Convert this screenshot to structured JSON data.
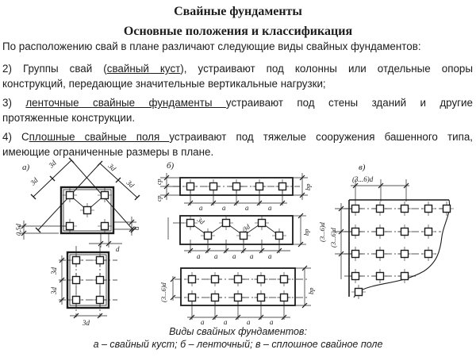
{
  "header": {
    "title": "Свайные фундаменты",
    "subtitle": "Основные положения и классификация"
  },
  "intro": "По расположению свай в плане различают следующие виды свайных фундаментов:",
  "items": [
    {
      "lines": [
        {
          "pre": "2) Группы свай (",
          "u": "свайный куст",
          "post": "), устраивают под колонны или отдельные опоры"
        },
        {
          "pre": "конструкций, передающие значительные вертикальные нагрузки;"
        }
      ]
    },
    {
      "lines": [
        {
          "pre": "3) ",
          "u": "ленточные свайные фундаменты ",
          "post": "устраивают под стены зданий и другие"
        },
        {
          "pre": "протяженные конструкции."
        }
      ]
    },
    {
      "lines": [
        {
          "pre": "4) С",
          "u": "плошные свайные поля ",
          "post": "устраивают под тяжелые сооружения башенного типа,"
        },
        {
          "pre": "имеющие ограниченные размеры в плане."
        }
      ]
    }
  ],
  "figures": {
    "a_label": "а)",
    "b_label": "б)",
    "v_label": "в)",
    "dim_3d": "3d",
    "dim_05d": "0,5d",
    "dim_d": "d",
    "dim_a": "a",
    "dim_bp": "bp",
    "dim_cp": "cp",
    "dim_36d": "(3...6)d",
    "caption_title": "Виды свайных фундаментов:",
    "caption_legend": "а – свайный куст; б – ленточный; в – сплошное свайное поле"
  },
  "colors": {
    "ink": "#1c1c1c",
    "background": "#ffffff"
  }
}
